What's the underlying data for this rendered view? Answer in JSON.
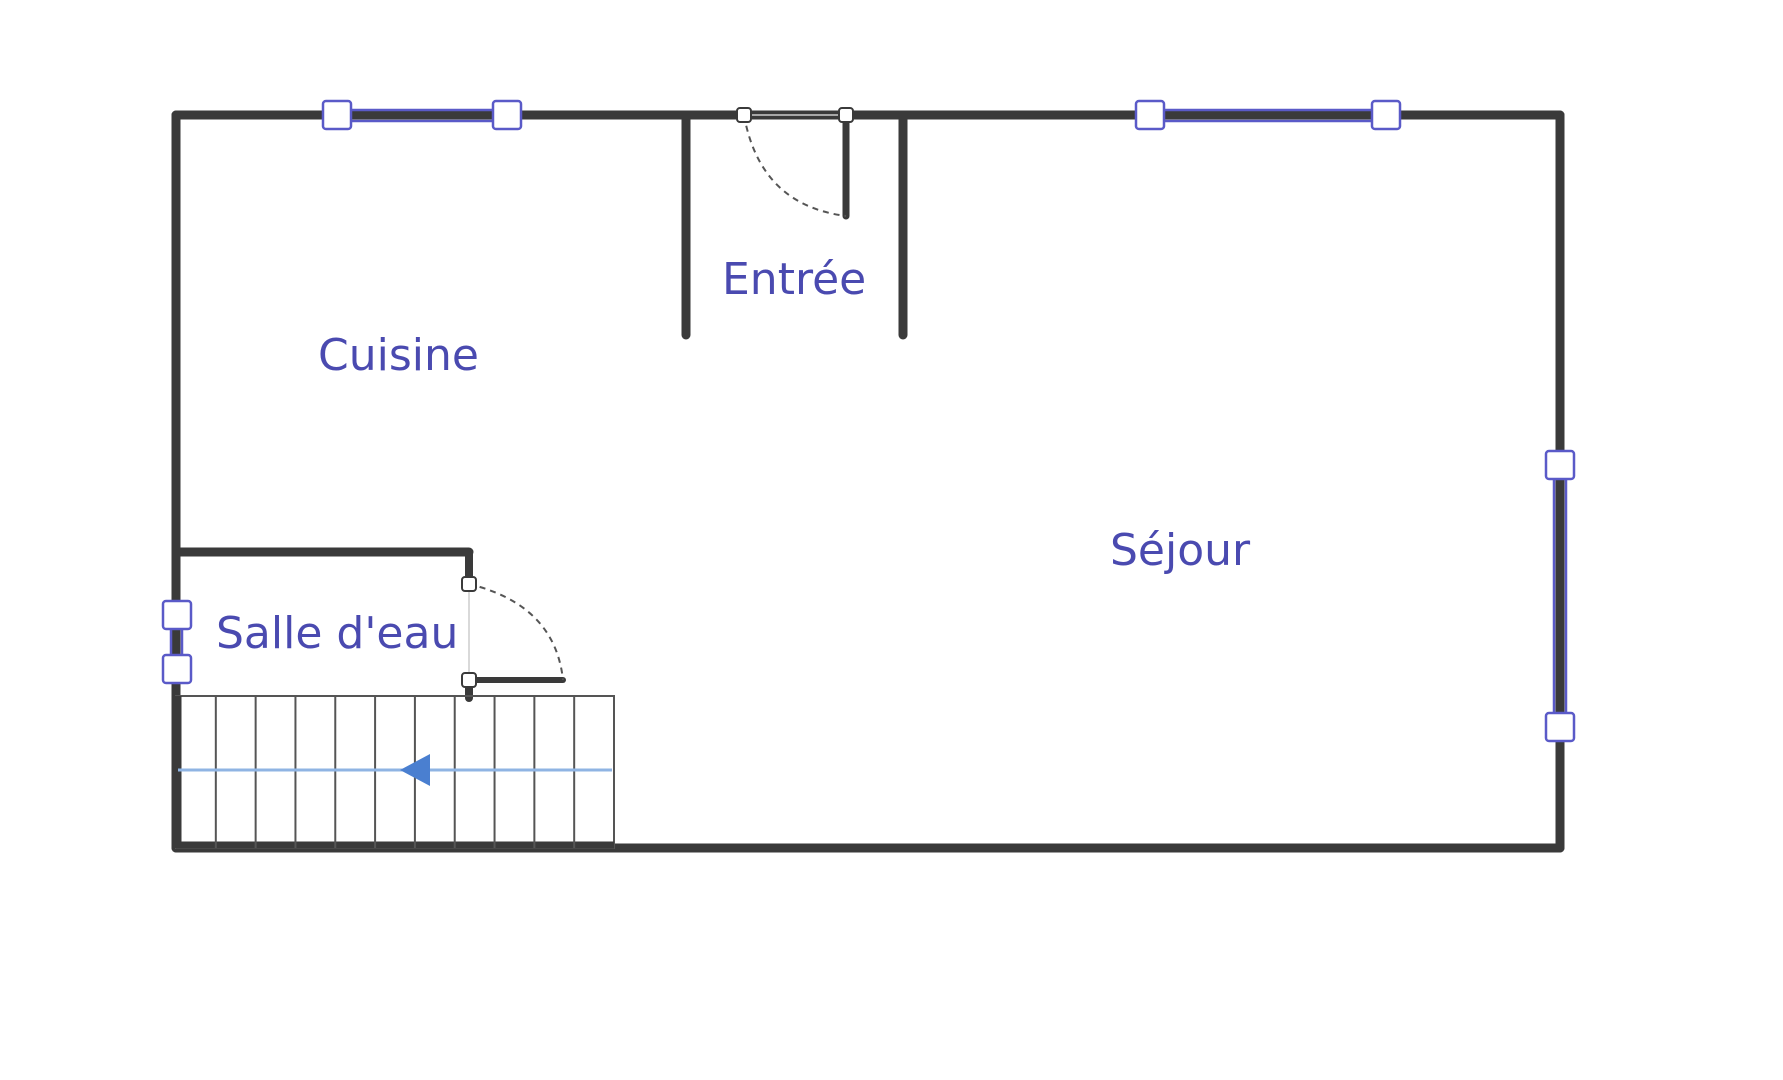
{
  "rooms": {
    "cuisine": "Cuisine",
    "entree": "Entrée",
    "sejour": "Séjour",
    "salle_d_eau": "Salle d'eau"
  },
  "colors": {
    "wall": "#3a3a3a",
    "window": "#5a5ac8",
    "label": "#4a4ab0",
    "stair_arrow": "#4a7fd0"
  },
  "stairs": {
    "step_count": 11,
    "direction": "left"
  }
}
